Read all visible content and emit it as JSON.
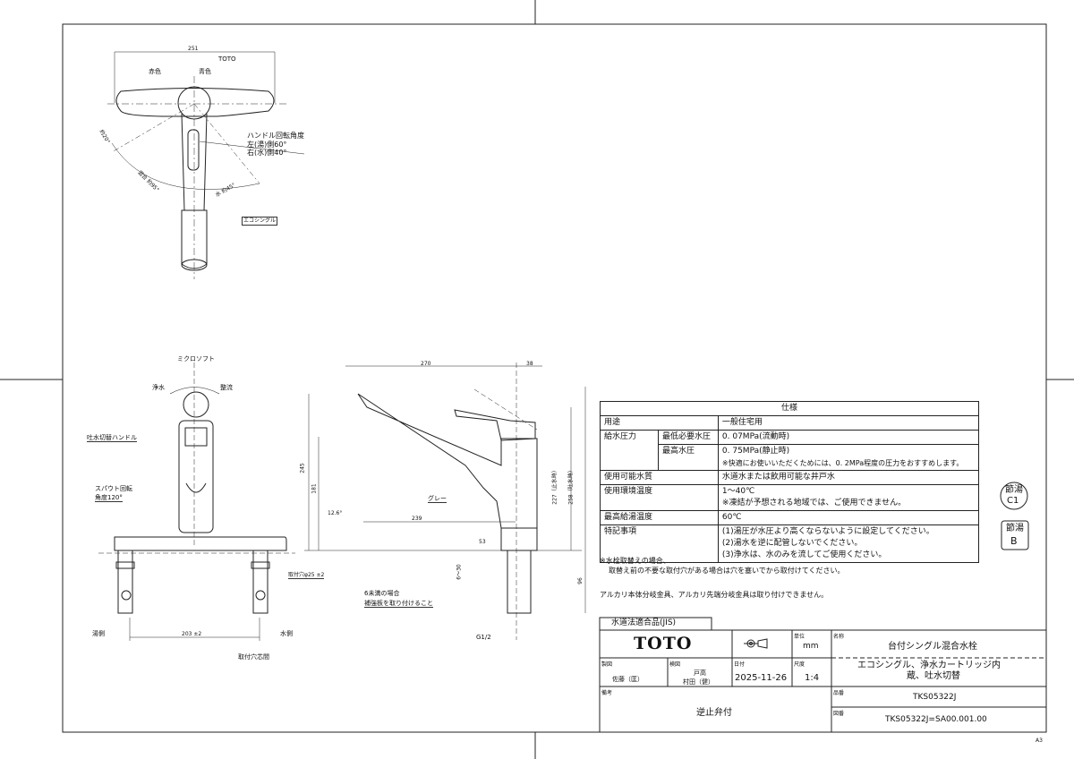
{
  "top_view": {
    "dim_width": "251",
    "label_toto": "TOTO",
    "label_red": "赤色",
    "label_blue": "青色",
    "handle_angle_title": "ハンドル回転角度",
    "handle_angle_left": "左(湯)側60°",
    "handle_angle_right": "右(水)側40°",
    "angle_small": "約20°",
    "angle_mix": "混合 約95°",
    "angle_water": "水 約45°",
    "eco_single_badge": "エコシングル"
  },
  "front_view": {
    "micro_soft": "ミクロソフト",
    "purified": "浄水",
    "stream": "整流",
    "switch_handle": "吐水切替ハンドル",
    "spout_rotation_1": "スパウト回転",
    "spout_rotation_2": "角度120°",
    "mount_hole": "取付穴φ25 ±2",
    "hot_side": "湯側",
    "cold_side": "水側",
    "dim_pitch": "203 ±2",
    "pitch_label": "取付穴芯間"
  },
  "side_view": {
    "dim_270": "270",
    "dim_38": "38",
    "dim_245": "245",
    "dim_181": "181",
    "dim_angle": "12.6°",
    "dim_239": "239",
    "dim_53": "53",
    "dim_227": "227（止水時）",
    "dim_258": "258（吐水時）",
    "dim_96": "96",
    "dim_6_30": "6～30",
    "gray": "グレー",
    "reinforce_1": "6未満の場合",
    "reinforce_2": "補強板を取り付けること",
    "thread": "G1/2"
  },
  "spec": {
    "title": "仕様",
    "rows": [
      {
        "label": "用途",
        "value": "一般住宅用"
      },
      {
        "label": "給水圧力",
        "sub": "最低必要水圧",
        "value": "0. 07MPa(流動時)"
      },
      {
        "sub": "最高水圧",
        "value": "0. 75MPa(静止時)",
        "note": "※快適にお使いいただくためには、0. 2MPa程度の圧力をおすすめします。"
      },
      {
        "label": "使用可能水質",
        "value": "水道水または飲用可能な井戸水"
      },
      {
        "label": "使用環境温度",
        "value": "1～40℃",
        "note": "※凍結が予想される地域では、ご使用できません。"
      },
      {
        "label": "最高給湯温度",
        "value": "60℃"
      },
      {
        "label": "特記事項",
        "lines": [
          "(1)湯圧が水圧より高くならないように設定してください。",
          "(2)湯水を逆に配管しないでください。",
          "(3)浄水は、水のみを流してご使用ください。"
        ]
      }
    ],
    "note_replace_1": "※水栓取替えの場合、",
    "note_replace_2": "取替え前の不要な取付穴がある場合は穴を塞いでから取付けてください。",
    "note_alkali": "アルカリ本体分岐金具、アルカリ先端分岐金具は取り付けできません。"
  },
  "badges": {
    "c1_line1": "節湯",
    "c1_line2": "C1",
    "b_line1": "節湯",
    "b_line2": "B"
  },
  "title_block": {
    "jis": "水道法適合品(JIS)",
    "logo": "TOTO",
    "unit_label": "単位",
    "unit": "mm",
    "name_label": "名称",
    "name": "台付シングル混合水栓",
    "name_sub_1": "エコシングル、浄水カートリッジ内",
    "name_sub_2": "蔵、吐水切替",
    "drawn_label": "製図",
    "drawn": "佐藤（匡）",
    "checked_label": "検図",
    "checked_1": "戸高",
    "checked_2": "村田（健）",
    "date_label": "日付",
    "date": "2025-11-26",
    "scale_label": "尺度",
    "scale": "1:4",
    "part_label": "品番",
    "part": "TKS05322J",
    "remarks_label": "備考",
    "remarks": "逆止弁付",
    "drawing_no_label": "図番",
    "drawing_no": "TKS05322J=SA00.001.00"
  },
  "sheet_size": "A3"
}
